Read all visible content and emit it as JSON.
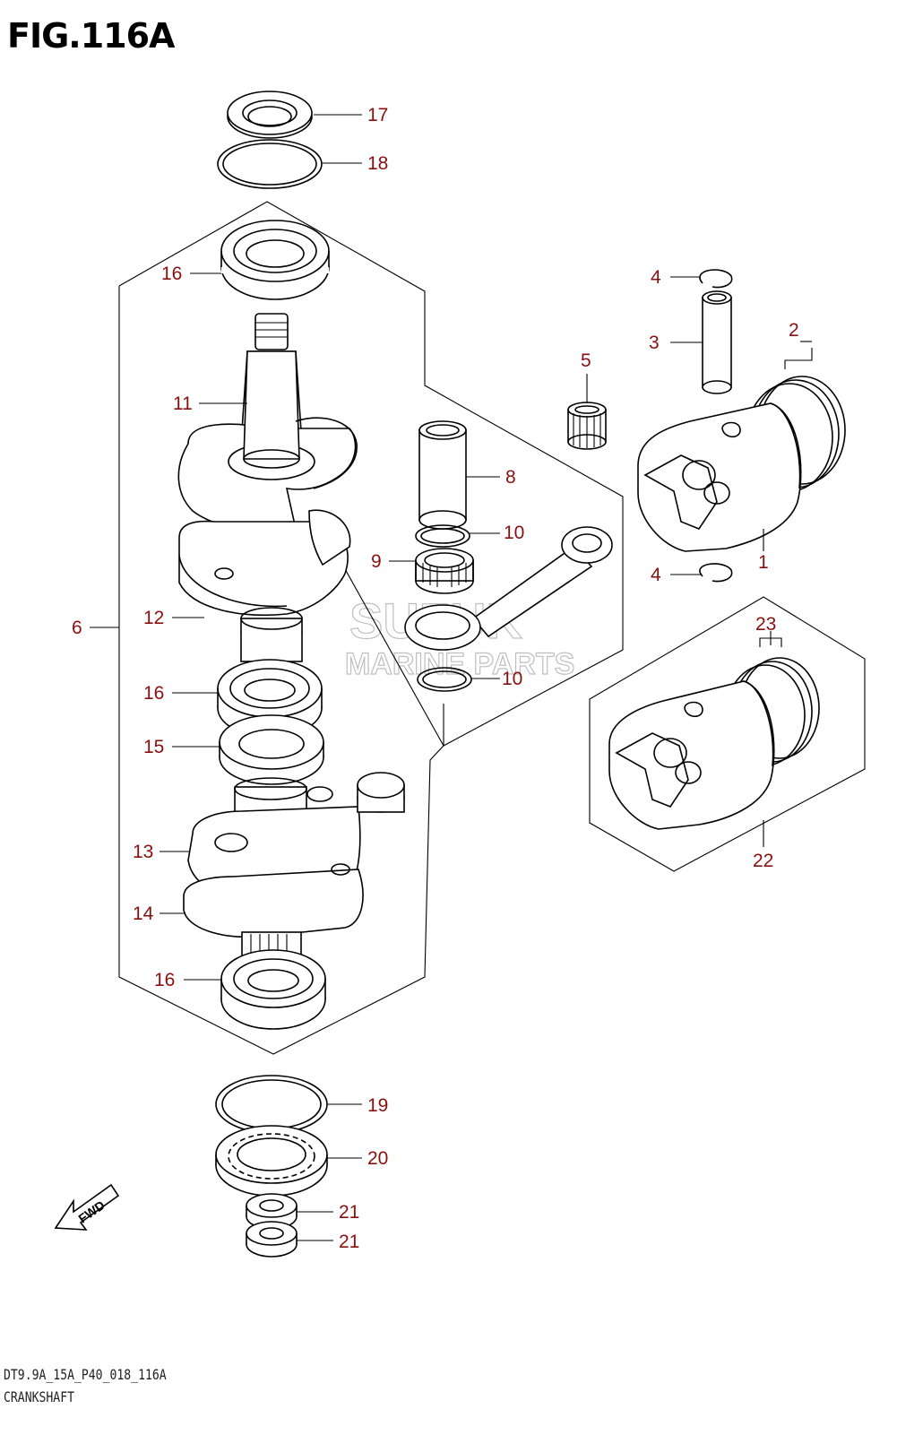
{
  "figure": {
    "title": "FIG.116A",
    "code": "DT9.9A_15A_P40_018_116A",
    "name": "CRANKSHAFT"
  },
  "watermark": {
    "line1": "SUZUK",
    "line2": "MARINE PARTS"
  },
  "fwd_label": "FWD",
  "colors": {
    "label": "#8a1010",
    "line": "#000000",
    "watermark": "#b8b8b8"
  },
  "callouts": [
    {
      "id": "17",
      "part": "oil-seal"
    },
    {
      "id": "18",
      "part": "o-ring"
    },
    {
      "id": "16",
      "part": "bearing"
    },
    {
      "id": "4",
      "part": "circlip"
    },
    {
      "id": "3",
      "part": "piston-pin"
    },
    {
      "id": "2",
      "part": "piston-ring-set"
    },
    {
      "id": "5",
      "part": "needle-bearing"
    },
    {
      "id": "11",
      "part": "crankshaft-upper"
    },
    {
      "id": "8",
      "part": "crank-pin"
    },
    {
      "id": "10",
      "part": "thrust-washer"
    },
    {
      "id": "9",
      "part": "bearing"
    },
    {
      "id": "1",
      "part": "piston"
    },
    {
      "id": "4",
      "part": "circlip"
    },
    {
      "id": "6",
      "part": "crankshaft-assy"
    },
    {
      "id": "12",
      "part": "crank-web"
    },
    {
      "id": "23",
      "part": "piston-ring-set-os"
    },
    {
      "id": "10",
      "part": "thrust-washer"
    },
    {
      "id": "16",
      "part": "bearing"
    },
    {
      "id": "15",
      "part": "seal"
    },
    {
      "id": "13",
      "part": "crankshaft-lower"
    },
    {
      "id": "14",
      "part": "crank-web"
    },
    {
      "id": "22",
      "part": "piston-os"
    },
    {
      "id": "16",
      "part": "bearing"
    },
    {
      "id": "19",
      "part": "o-ring"
    },
    {
      "id": "20",
      "part": "oil-seal"
    },
    {
      "id": "21",
      "part": "oil-seal"
    },
    {
      "id": "21",
      "part": "oil-seal"
    }
  ]
}
